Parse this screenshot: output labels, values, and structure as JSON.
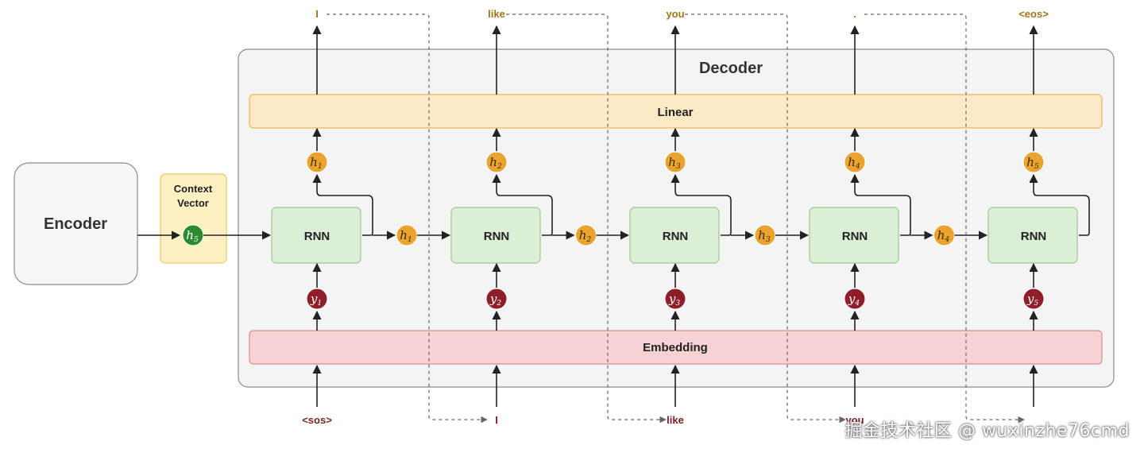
{
  "encoder": {
    "label": "Encoder"
  },
  "context": {
    "title_line1": "Context",
    "title_line2": "Vector",
    "state_base": "h",
    "state_sub": "5"
  },
  "decoder": {
    "title": "Decoder",
    "linear_label": "Linear",
    "embedding_label": "Embedding"
  },
  "steps": [
    {
      "rnn": "RNN",
      "input_token": "<sos>",
      "output_token": "I",
      "y_base": "y",
      "y_sub": "1",
      "h_base": "h",
      "h_sub": "1"
    },
    {
      "rnn": "RNN",
      "input_token": "I",
      "output_token": "like",
      "y_base": "y",
      "y_sub": "2",
      "h_base": "h",
      "h_sub": "2"
    },
    {
      "rnn": "RNN",
      "input_token": "like",
      "output_token": "you",
      "y_base": "y",
      "y_sub": "3",
      "h_base": "h",
      "h_sub": "3"
    },
    {
      "rnn": "RNN",
      "input_token": "you",
      "output_token": ".",
      "y_base": "y",
      "y_sub": "4",
      "h_base": "h",
      "h_sub": "4"
    },
    {
      "rnn": "RNN",
      "input_token": "",
      "output_token": "<eos>",
      "y_base": "y",
      "y_sub": "5",
      "h_base": "h",
      "h_sub": "5"
    }
  ],
  "watermark": "掘金技术社区 @ wuxinzhe76cmd",
  "colors": {
    "rnn_fill": "#dbeed6",
    "rnn_stroke": "#9cc98e",
    "linear_fill": "#fde9c6",
    "linear_stroke": "#e5b960",
    "embed_fill": "#f6d2d2",
    "embed_stroke": "#d88c8c",
    "decoder_fill": "#f4f4f4",
    "decoder_stroke": "#8c8c8c",
    "context_fill": "#fdf0c2",
    "context_stroke": "#e8c862",
    "hidden_fill": "#eaa32f",
    "input_fill": "#8e1f2a",
    "context_state_fill": "#2e8a2e",
    "output_text": "#a0751a",
    "input_text": "#7a1f1f"
  }
}
